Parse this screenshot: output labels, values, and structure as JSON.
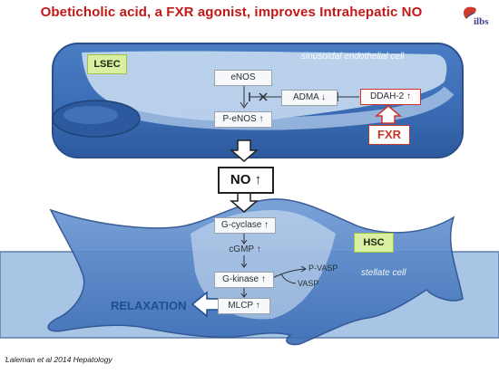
{
  "title": "Obeticholic acid, a FXR agonist, improves Intrahepatic NO",
  "logo": {
    "text": "ilbs",
    "icon": "liver-logo-icon"
  },
  "lsec": {
    "tag": "LSEC",
    "cell_label": "sinusoidal endothelial cell",
    "enos": "eNOS",
    "peno": "P-eNOS ↑",
    "adma": "ADMA ↓",
    "ddah": "DDAH-2 ↑",
    "fxr": "FXR"
  },
  "no": "NO ↑",
  "hsc": {
    "tag": "HSC",
    "cell_label": "stellate cell",
    "gcyclase": "G-cyclase ↑",
    "cgmp": "cGMP ↑",
    "gkinase": "G-kinase ↑",
    "mlcp": "MLCP ↑",
    "pvasp": "P-VASP",
    "vasp": "VASP",
    "relaxation": "RELAXATION"
  },
  "citation": "Laleman et al 2014 Hepatology",
  "citation_mark": ".",
  "colors": {
    "title": "#c21818",
    "accent_red": "#d0312d",
    "tag_green": "#d9f0a3",
    "cell_blue": "#3d6fb8"
  }
}
